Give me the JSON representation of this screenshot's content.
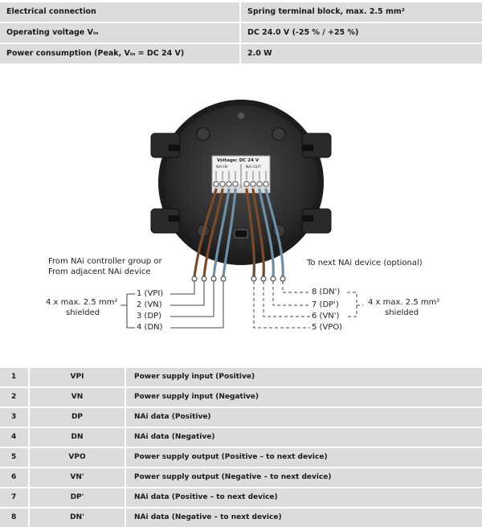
{
  "spec": [
    {
      "label": "Electrical connection",
      "value": "Spring terminal block, max. 2.5 mm²"
    },
    {
      "label": "Operating voltage Vᵢₙ",
      "value": "DC 24.0 V (-25 % / +25 %)"
    },
    {
      "label": "Power consumption (Peak, Vᵢₙ = DC 24 V)",
      "value": "2.0 W"
    }
  ],
  "diagram": {
    "device_label": "Voltage: DC 24 V",
    "nai_in": "NAi IN",
    "nai_out": "NAi OUT",
    "left_caption_1": "From NAi controller group or",
    "left_caption_2": "From adjacent NAi device",
    "right_caption": "To next NAi device (optional)",
    "left_cable_1": "4 x max. 2.5 mm²",
    "left_cable_2": "shielded",
    "right_cable_1": "4 x max. 2.5 mm²",
    "right_cable_2": "shielded",
    "left_pins": [
      "1 (VPI)",
      "2 (VN)",
      "3 (DP)",
      "4 (DN)"
    ],
    "right_pins": [
      "8 (DN')",
      "7 (DP')",
      "6 (VN')",
      "5 (VPO)"
    ]
  },
  "pins": [
    {
      "num": "1",
      "sig": "VPI",
      "desc": "Power supply input (Positive)"
    },
    {
      "num": "2",
      "sig": "VN",
      "desc": "Power supply input (Negative)"
    },
    {
      "num": "3",
      "sig": "DP",
      "desc": "NAi data (Positive)"
    },
    {
      "num": "4",
      "sig": "DN",
      "desc": "NAi data (Negative)"
    },
    {
      "num": "5",
      "sig": "VPO",
      "desc": "Power supply output (Positive – to next device)"
    },
    {
      "num": "6",
      "sig": "VN'",
      "desc": "Power supply output (Negative – to next device)"
    },
    {
      "num": "7",
      "sig": "DP'",
      "desc": "NAi data (Positive – to next device)"
    },
    {
      "num": "8",
      "sig": "DN'",
      "desc": "NAi data (Negative – to next device)"
    }
  ]
}
